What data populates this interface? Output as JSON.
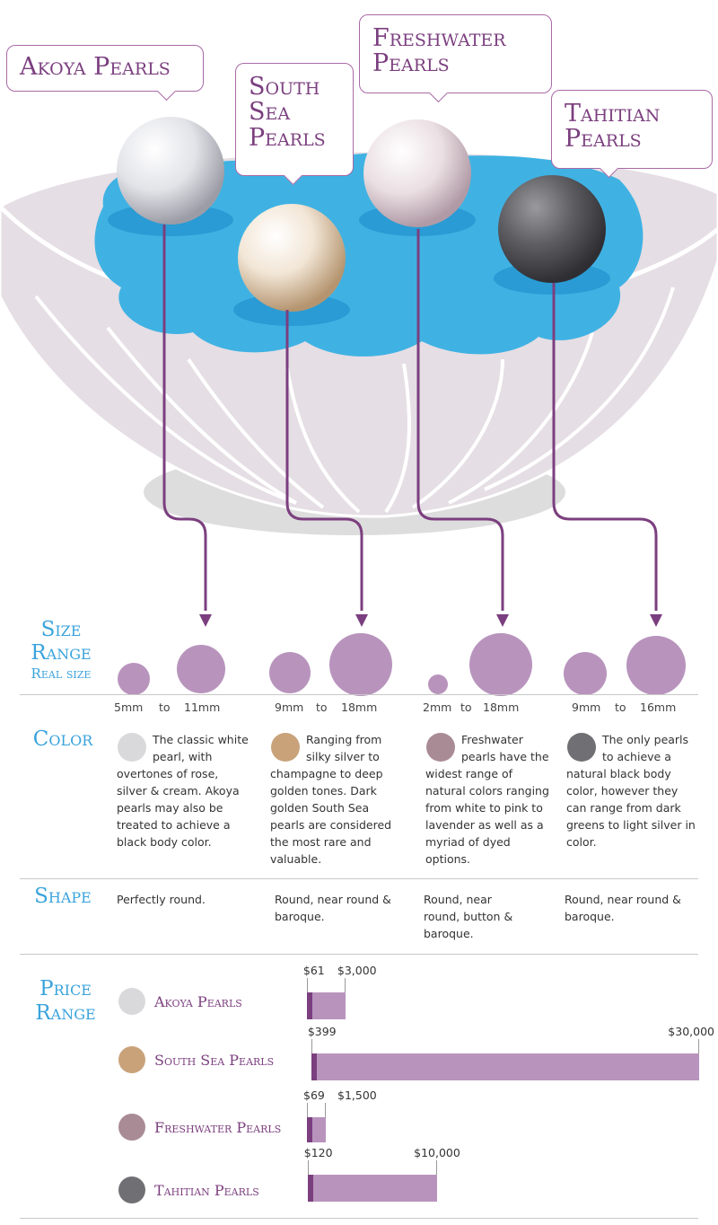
{
  "colors": {
    "accent_purple": "#7b3f7f",
    "bar_purple": "#b894bd",
    "label_blue": "#3aa3dc",
    "water_blue": "#3fb2e3",
    "shell": "#e5dee4"
  },
  "pearls": [
    {
      "name": "Akoya Pearls",
      "color": "#d9d9dc"
    },
    {
      "name": "South Sea Pearls",
      "color": "#c9a27a"
    },
    {
      "name": "Freshwater Pearls",
      "color": "#a98b95"
    },
    {
      "name": "Tahitian Pearls",
      "color": "#6f6f74"
    }
  ],
  "bubbles": {
    "akoya": "Akoya Pearls",
    "southsea_1": "South",
    "southsea_2": "Sea",
    "southsea_3": "Pearls",
    "freshwater_1": "Freshwater",
    "freshwater_2": "Pearls",
    "tahitian_1": "Tahitian",
    "tahitian_2": "Pearls"
  },
  "sections": {
    "size_1": "Size",
    "size_2": "Range",
    "size_3": "Real size",
    "color": "Color",
    "shape": "Shape",
    "price_1": "Price",
    "price_2": "Range"
  },
  "sizes": [
    {
      "min": "5mm",
      "to": "to",
      "max": "11mm",
      "min_mm": 5,
      "max_mm": 11
    },
    {
      "min": "9mm",
      "to": "to",
      "max": "18mm",
      "min_mm": 9,
      "max_mm": 18
    },
    {
      "min": "2mm",
      "to": "to",
      "max": "18mm",
      "min_mm": 2,
      "max_mm": 18
    },
    {
      "min": "9mm",
      "to": "to",
      "max": "16mm",
      "min_mm": 9,
      "max_mm": 16
    }
  ],
  "color_desc": [
    "The classic white pearl, with overtones of rose, silver & cream. Akoya pearls may also be treated to achieve a black body color.",
    "Ranging from silky silver to champagne to deep golden tones. Dark golden South Sea pearls are considered the most rare and valuable.",
    "Freshwater pearls have the widest range of natural colors ranging from white to pink to lavender as well as a myriad of dyed options.",
    "The only pearls to achieve a natural black body color, however they can range from dark greens to light silver in color."
  ],
  "shape_desc": [
    "Perfectly round.",
    "Round, near round & baroque.",
    "Round, near round, button & baroque.",
    "Round, near round & baroque."
  ],
  "chart_data": {
    "type": "bar",
    "orientation": "horizontal-range",
    "categories": [
      "Akoya Pearls",
      "South Sea Pearls",
      "Freshwater Pearls",
      "Tahitian Pearls"
    ],
    "series": [
      {
        "min": 61,
        "max": 3000,
        "min_label": "$61",
        "max_label": "$3,000"
      },
      {
        "min": 399,
        "max": 30000,
        "min_label": "$399",
        "max_label": "$30,000"
      },
      {
        "min": 69,
        "max": 1500,
        "min_label": "$69",
        "max_label": "$1,500"
      },
      {
        "min": 120,
        "max": 10000,
        "min_label": "$120",
        "max_label": "$10,000"
      }
    ],
    "xlim": [
      0,
      30000
    ]
  }
}
